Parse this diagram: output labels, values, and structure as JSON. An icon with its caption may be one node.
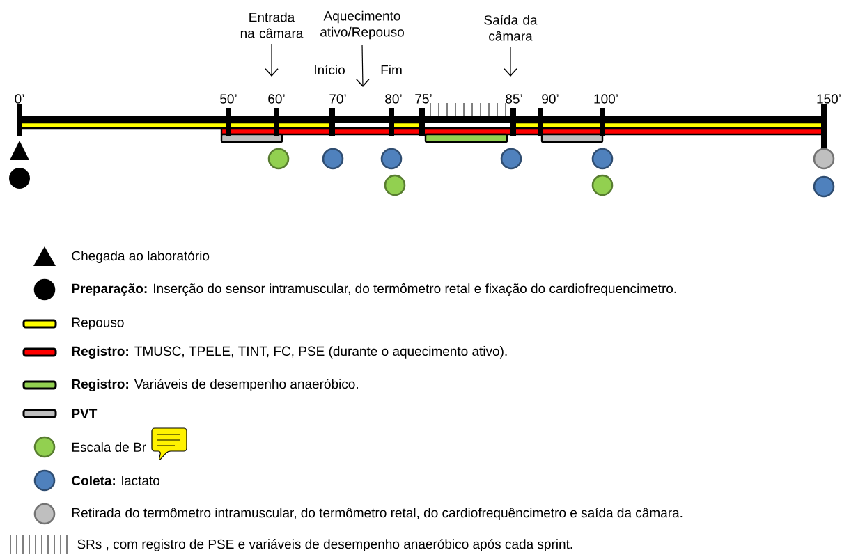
{
  "diagram": {
    "nodes": [
      {
        "text": [
          "Entrada na câmara"
        ]
      },
      {
        "text": [
          "Aquecimento ativo/Repouso"
        ]
      },
      {
        "text": [
          "Saída da câmara"
        ]
      }
    ],
    "edges": [
      {
        "from": 0,
        "to": null,
        "arrow": "to"
      },
      {
        "from": 1,
        "to": null,
        "arrow": "to"
      },
      {
        "from": 2,
        "to": null,
        "arrow": "to"
      }
    ],
    "labels": [
      "Início",
      "Fim",
      "0’",
      "50’",
      "60’",
      "70’",
      "80’",
      "75’",
      "85’",
      "90’",
      "100’",
      "150’"
    ],
    "legend": [
      {
        "text": "Chegada ao laboratório"
      },
      {
        "text": "**Preparação:** Inserção do sensor intramuscular, do termômetro retal e fixação do cardiofrequencimetro.",
        "color": "#000000"
      },
      {
        "text": "Repouso",
        "color": "#ffff00"
      },
      {
        "text": "**Registro:** TMUSC, TPELE, TINT, FC, PSE (durante o aquecimento ativo).",
        "color": "#ff0000"
      },
      {
        "text": "**Registro:** Variáveis de desempenho anaeróbico.",
        "color": "#92d050"
      },
      {
        "text": "PVT",
        "color": "#bfbfbf"
      },
      {
        "text": "Escala de Br",
        "color": "#92d050"
      },
      {
        "text": "**Coleta:** lactato",
        "color": "#4f81bd"
      },
      {
        "text": "Retirada do termômetro intramuscular, do termômetro retal, do cardiofrequêncimetro e saída da câmara.",
        "color": "#bfbfbf"
      },
      {
        "text": "SRs , com registro de PSE e variáveis de desempenho anaeróbico após cada sprint."
      }
    ]
  }
}
